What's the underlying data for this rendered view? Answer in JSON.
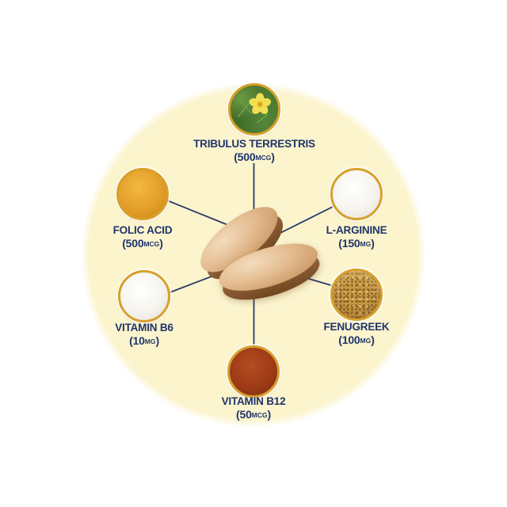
{
  "diagram_type": "supplement-ingredient-infographic",
  "colors": {
    "background": "#ffffff",
    "circle_fill": "#fbf4cd",
    "text_navy": "#20356b",
    "connector_navy": "#2b3a64",
    "ring_gold": "#d8a02b",
    "tablet_tan": "#d3a473"
  },
  "center": {
    "item": "two tan softgel tablets"
  },
  "ingredients": [
    {
      "name": "TRIBULUS TERRESTRIS",
      "dose_open": "(500",
      "dose_unit": "MCG",
      "dose_close": ")",
      "swatch": "green plant with yellow flower"
    },
    {
      "name": "FOLIC ACID",
      "dose_open": "(500",
      "dose_unit": "MCG",
      "dose_close": ")",
      "swatch": "orange powder"
    },
    {
      "name": "L-ARGININE",
      "dose_open": "(150",
      "dose_unit": "MG",
      "dose_close": ")",
      "swatch": "white powder"
    },
    {
      "name": "VITAMIN B6",
      "dose_open": "(10",
      "dose_unit": "MG",
      "dose_close": ")",
      "swatch": "white powder"
    },
    {
      "name": "FENUGREEK",
      "dose_open": "(100",
      "dose_unit": "MG",
      "dose_close": ")",
      "swatch": "tan seeds"
    },
    {
      "name": "VITAMIN B12",
      "dose_open": "(50",
      "dose_unit": "MCG",
      "dose_close": ")",
      "swatch": "red-brown powder"
    }
  ]
}
